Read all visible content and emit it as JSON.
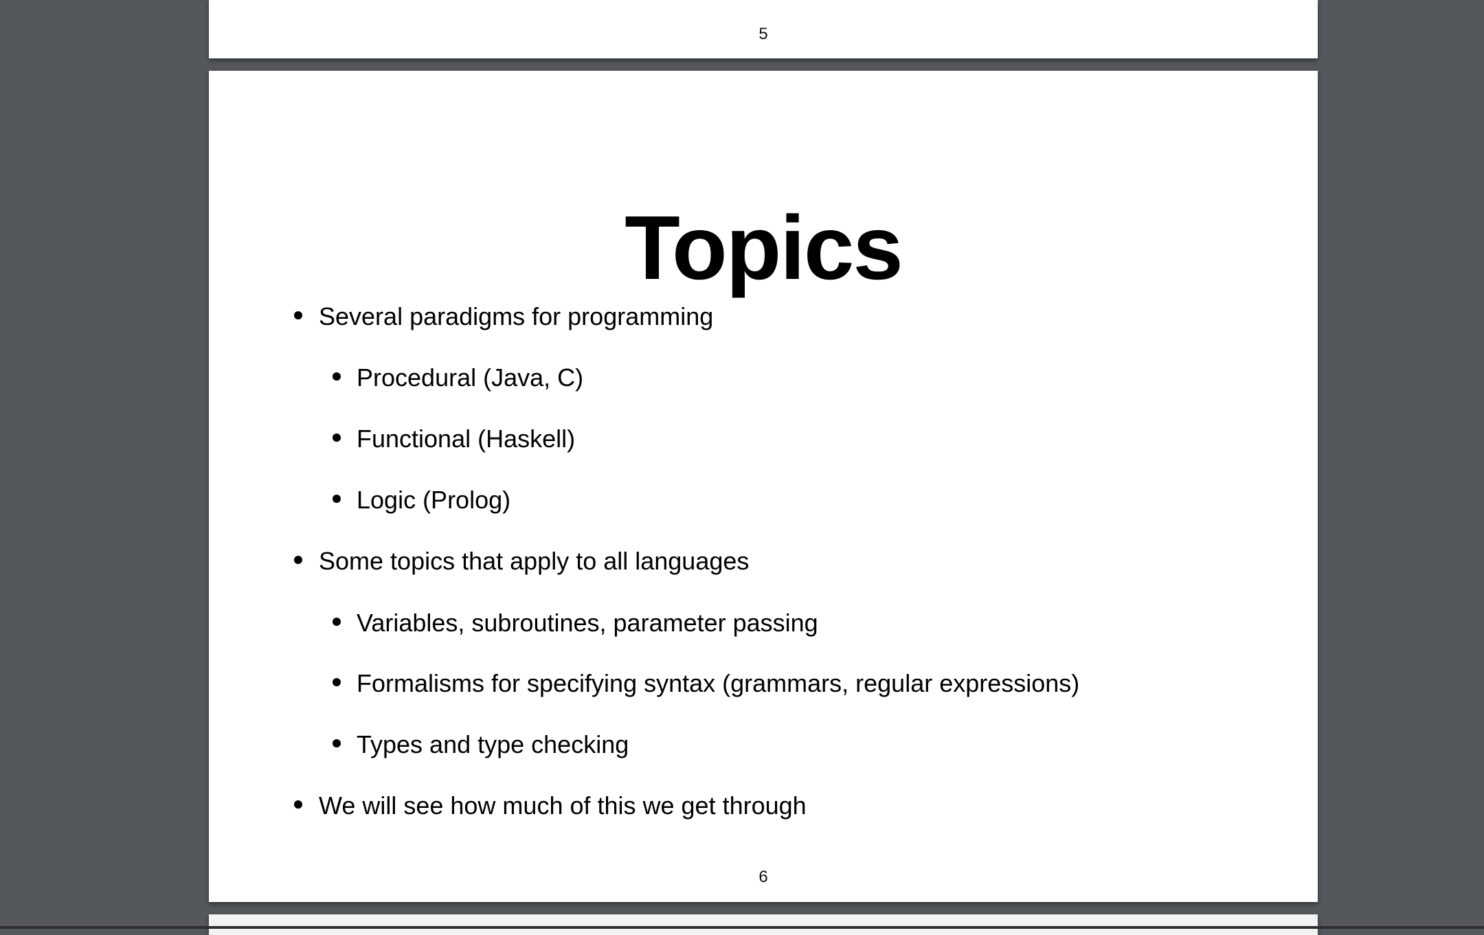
{
  "pages": {
    "previous": {
      "number": "5"
    },
    "current": {
      "number": "6",
      "title": "Topics",
      "bullets": [
        {
          "level": 1,
          "text": "Several paradigms for programming"
        },
        {
          "level": 2,
          "text": "Procedural (Java, C)"
        },
        {
          "level": 2,
          "text": "Functional (Haskell)"
        },
        {
          "level": 2,
          "text": "Logic (Prolog)"
        },
        {
          "level": 1,
          "text": "Some topics that apply to all languages"
        },
        {
          "level": 2,
          "text": "Variables, subroutines, parameter passing"
        },
        {
          "level": 2,
          "text": "Formalisms for specifying syntax (grammars, regular expressions)"
        },
        {
          "level": 2,
          "text": "Types and type checking"
        },
        {
          "level": 1,
          "text": "We will see how much of this we get through"
        }
      ]
    }
  },
  "colors": {
    "background": "#54585c",
    "page": "#ffffff",
    "text": "#000000"
  }
}
